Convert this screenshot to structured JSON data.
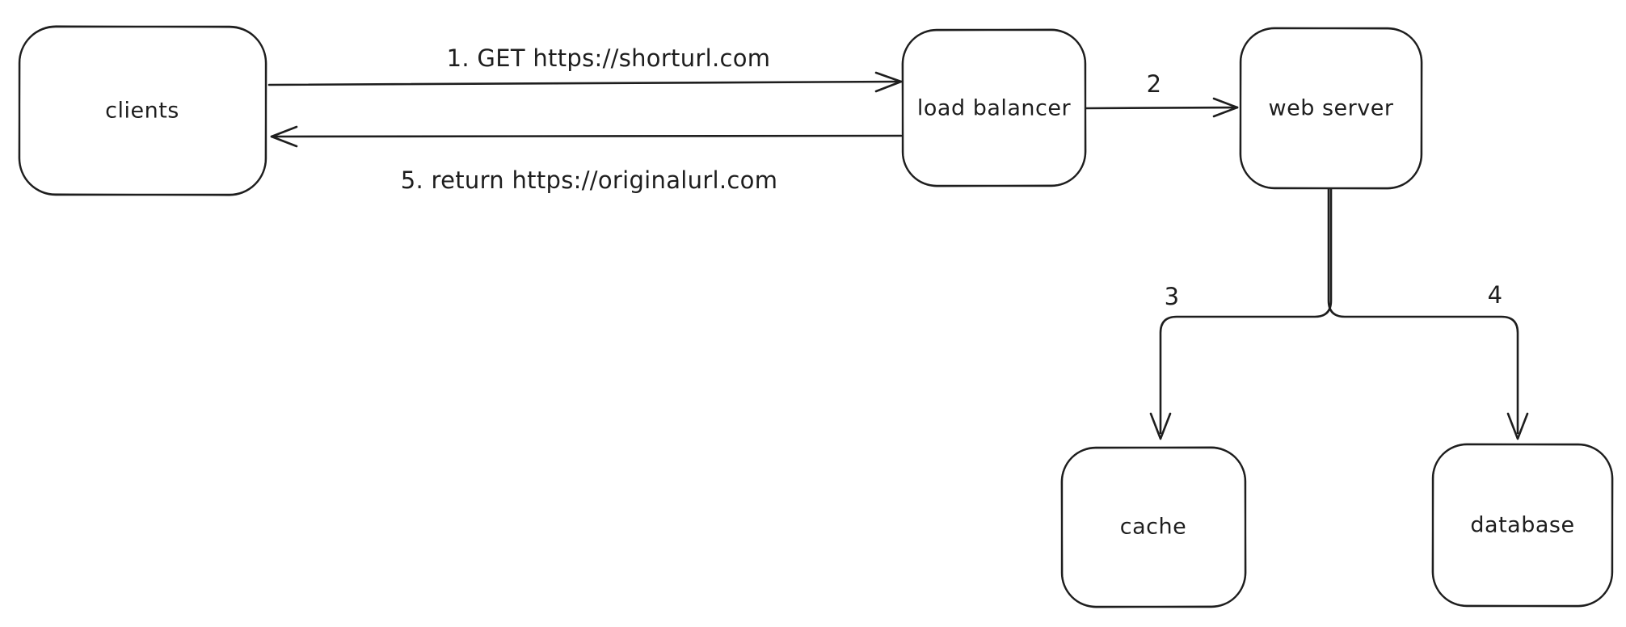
{
  "canvas": {
    "background": "#ffffff",
    "stroke_color": "#1e1e1e",
    "text_color": "#1e1e1e"
  },
  "nodes": [
    {
      "id": "clients",
      "label": "clients"
    },
    {
      "id": "load-balancer",
      "label": "load balancer"
    },
    {
      "id": "web-server",
      "label": "web server"
    },
    {
      "id": "cache",
      "label": "cache"
    },
    {
      "id": "database",
      "label": "database"
    }
  ],
  "edges": [
    {
      "id": "1",
      "from": "clients",
      "to": "load-balancer",
      "label": "1. GET https://shorturl.com"
    },
    {
      "id": "2",
      "from": "load-balancer",
      "to": "web-server",
      "label": "2"
    },
    {
      "id": "3",
      "from": "web-server",
      "to": "cache",
      "label": "3"
    },
    {
      "id": "4",
      "from": "web-server",
      "to": "database",
      "label": "4"
    },
    {
      "id": "5",
      "from": "load-balancer",
      "to": "clients",
      "label": "5. return https://originalurl.com"
    }
  ]
}
